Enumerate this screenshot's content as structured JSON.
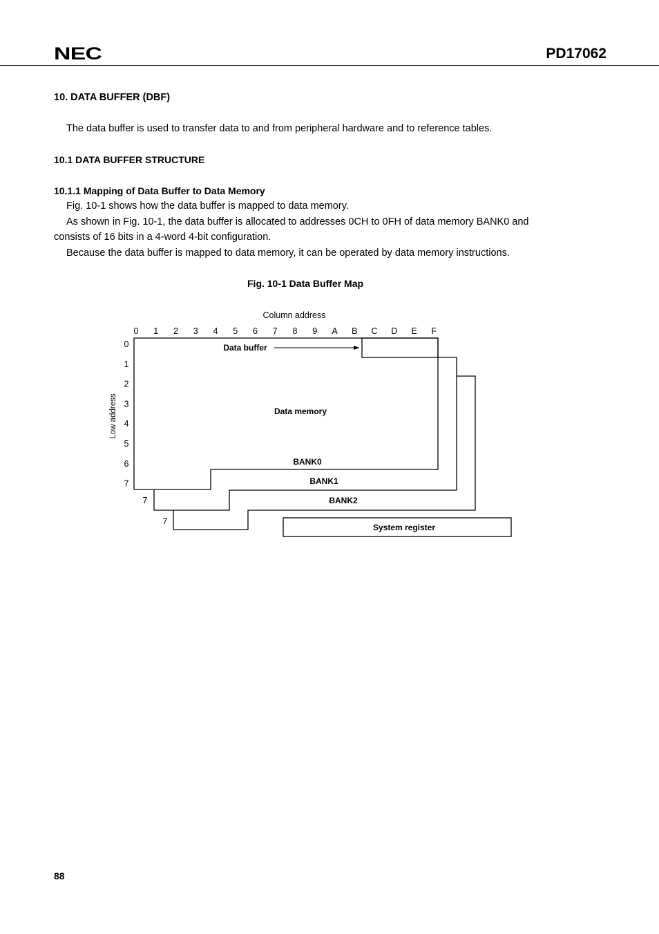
{
  "header": {
    "logo": "NEC",
    "doc_id": "PD17062"
  },
  "section": {
    "title": "10.  DATA BUFFER (DBF)",
    "intro": "The data buffer is used to transfer data to and from peripheral hardware and to reference tables."
  },
  "subsection": {
    "title": "10.1    DATA BUFFER STRUCTURE"
  },
  "subsubsection": {
    "title": "10.1.1   Mapping of Data Buffer to Data Memory",
    "p1": "Fig. 10-1 shows how the data buffer is mapped to data memory.",
    "p2a": "As shown in Fig. 10-1, the data buffer is allocated to addresses 0CH to 0FH of data memory BANK0 and",
    "p2b": "consists of 16 bits in a 4-word    4-bit configuration.",
    "p3": "Because the data buffer is mapped to data memory, it can be operated by data memory instructions."
  },
  "figure": {
    "caption": "Fig. 10-1   Data Buffer Map",
    "column_address_label": "Column address",
    "low_address_label": "Low address",
    "columns": [
      "0",
      "1",
      "2",
      "3",
      "4",
      "5",
      "6",
      "7",
      "8",
      "9",
      "A",
      "B",
      "C",
      "D",
      "E",
      "F"
    ],
    "rows": [
      "0",
      "1",
      "2",
      "3",
      "4",
      "5",
      "6",
      "7"
    ],
    "bank1_last_row": "7",
    "bank2_last_row": "7",
    "data_buffer_label": "Data buffer",
    "data_memory_label": "Data memory",
    "bank0_label": "BANK0",
    "bank1_label": "BANK1",
    "bank2_label": "BANK2",
    "system_register_label": "System register"
  },
  "footer": {
    "page_number": "88"
  }
}
